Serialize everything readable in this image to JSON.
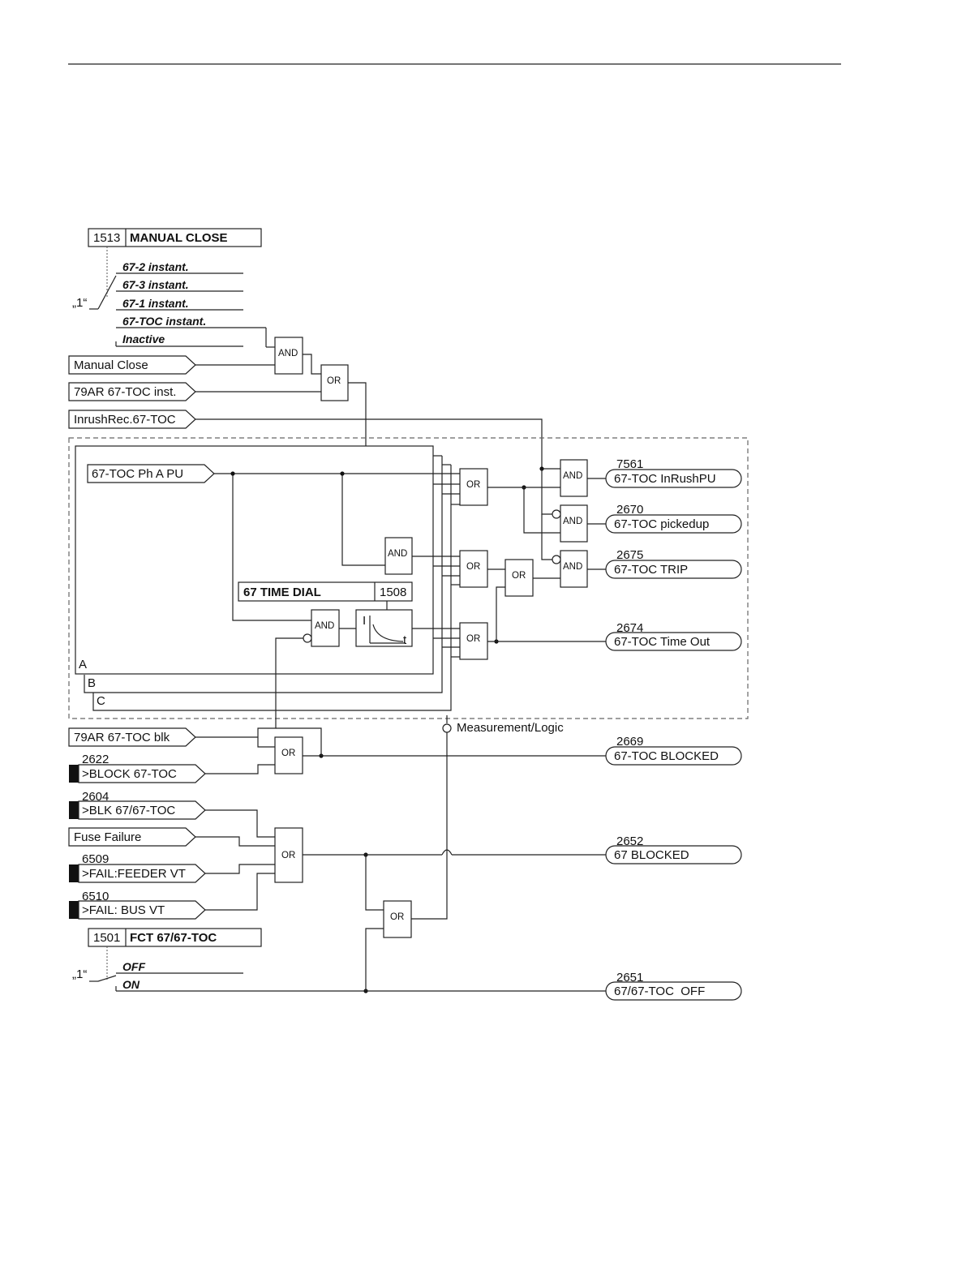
{
  "setting_manual_close": {
    "address": "1513",
    "title": "MANUAL CLOSE"
  },
  "manual_close_options": [
    "67-2 instant.",
    "67-3 instant.",
    "67-1 instant.",
    "67-TOC instant.",
    "Inactive"
  ],
  "switch_constant": "„1“",
  "inputs": {
    "manual_close": "Manual Close",
    "ar_toc_inst": "79AR 67-TOC inst.",
    "inrush": "InrushRec.67-TOC",
    "toc_pu": "67-TOC Ph A PU",
    "ar_toc_blk": "79AR 67-TOC blk",
    "fuse_failure": "Fuse Failure"
  },
  "binary_inputs": [
    {
      "number": "2622",
      "label": ">BLOCK 67-TOC"
    },
    {
      "number": "2604",
      "label": ">BLK 67/67-TOC"
    },
    {
      "number": "6509",
      "label": ">FAIL:FEEDER VT"
    },
    {
      "number": "6510",
      "label": ">FAIL: BUS VT"
    }
  ],
  "time_dial": {
    "title": "67 TIME DIAL",
    "address": "1508",
    "axis_i": "I",
    "axis_t": "t"
  },
  "phases": [
    "A",
    "B",
    "C"
  ],
  "measurement_label": "Measurement/Logic",
  "setting_fct": {
    "address": "1501",
    "title": "FCT 67/67-TOC"
  },
  "fct_options": [
    "OFF",
    "ON"
  ],
  "gates": {
    "and": "AND",
    "or": "OR"
  },
  "outputs": [
    {
      "number": "7561",
      "label": "67-TOC InRushPU"
    },
    {
      "number": "2670",
      "label": "67-TOC pickedup"
    },
    {
      "number": "2675",
      "label": "67-TOC TRIP"
    },
    {
      "number": "2674",
      "label": "67-TOC Time Out"
    },
    {
      "number": "2669",
      "label": "67-TOC BLOCKED"
    },
    {
      "number": "2652",
      "label": "67 BLOCKED"
    },
    {
      "number": "2651",
      "label": "67/67-TOC  OFF"
    }
  ]
}
